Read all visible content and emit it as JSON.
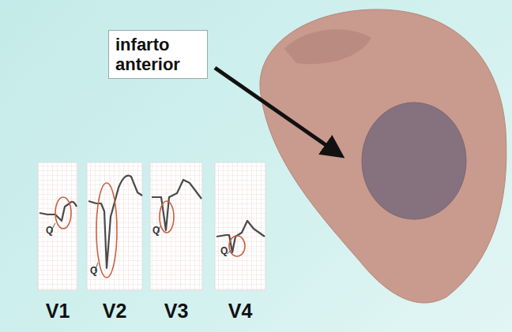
{
  "diagram": {
    "nodes": [
      {
        "text": [
          "infarto anterior"
        ]
      }
    ],
    "labels": [
      "Q",
      "Q",
      "Q",
      "Q",
      "V1",
      "V2",
      "V3",
      "V4"
    ]
  }
}
